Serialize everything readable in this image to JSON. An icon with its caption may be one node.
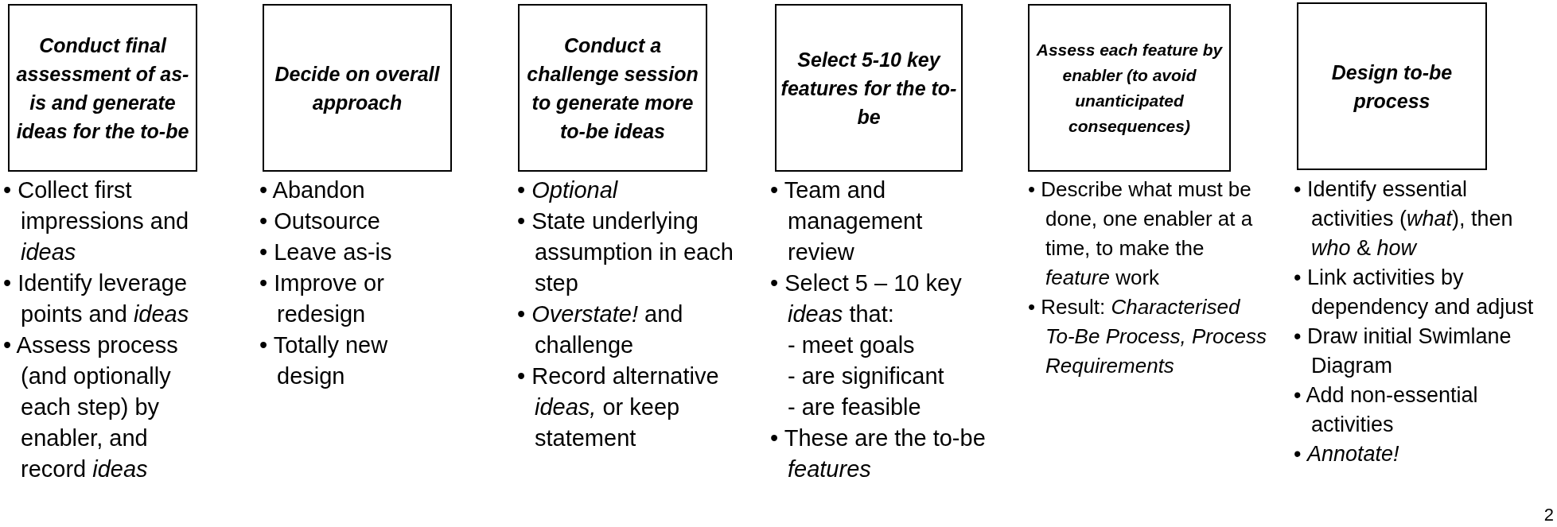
{
  "diagram": {
    "nodes": [
      {
        "text": [
          "Conduct final assessment of as-is and generate ideas for the to-be"
        ],
        "beside": [
          "• Collect first impressions and *ideas*",
          "• Identify leverage points and *ideas*",
          "• Assess process (and optionally each step) by enabler, and record *ideas*"
        ]
      },
      {
        "text": [
          "Decide on overall approach"
        ],
        "beside": [
          "• Abandon",
          "• Outsource",
          "• Leave as-is",
          "• Improve or redesign",
          "• Totally new design"
        ]
      },
      {
        "text": [
          "Conduct a challenge session to generate more to-be ideas"
        ],
        "beside": [
          "• *Optional*",
          "• State underlying assumption in each step",
          "• *Overstate!* and challenge",
          "• Record alternative *ideas,* or keep statement"
        ]
      },
      {
        "text": [
          "Select 5-10 key features for the to-be"
        ],
        "beside": [
          "• Team and management review",
          "• Select 5 – 10 key *ideas* that:",
          "- meet goals",
          "- are significant",
          "- are feasible",
          "• These are the to-be *features*"
        ]
      },
      {
        "text": [
          "Assess each feature by enabler (to avoid unanticipated consequences)"
        ],
        "beside": [
          "• Describe what must be done, one enabler at a time, to make the *feature* work",
          "• Result: *Characterised To-Be Process, Process Requirements*"
        ]
      },
      {
        "text": [
          "Design to-be process"
        ],
        "beside": [
          "• Identify essential activities (*what*), then *who* & *how*",
          "• Link activities by dependency and adjust",
          "• Draw initial Swimlane Diagram",
          "• Add non-essential activities",
          "• *Annotate!*"
        ]
      }
    ],
    "edges": [],
    "labels": [
      "2"
    ]
  }
}
